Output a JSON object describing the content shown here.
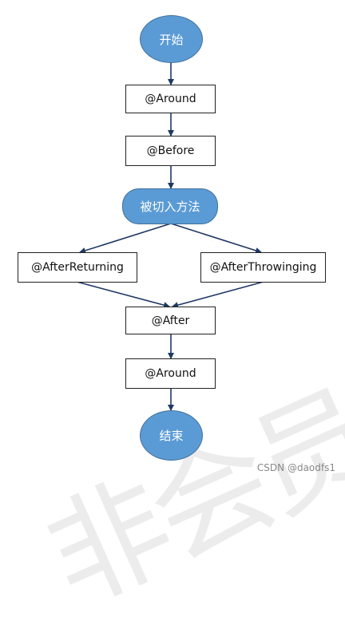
{
  "nodes": {
    "start": "开始",
    "around_top": "@Around",
    "before": "@Before",
    "target_method": "被切入方法",
    "after_returning": "@AfterReturning",
    "after_throwing": "@AfterThrowinging",
    "after": "@After",
    "around_bottom": "@Around",
    "end": "结束"
  },
  "watermark": "非会员水印",
  "credit": "CSDN @daodfs1",
  "colors": {
    "oval_fill": "#5b9bd5",
    "arrow": "#1f3864"
  }
}
